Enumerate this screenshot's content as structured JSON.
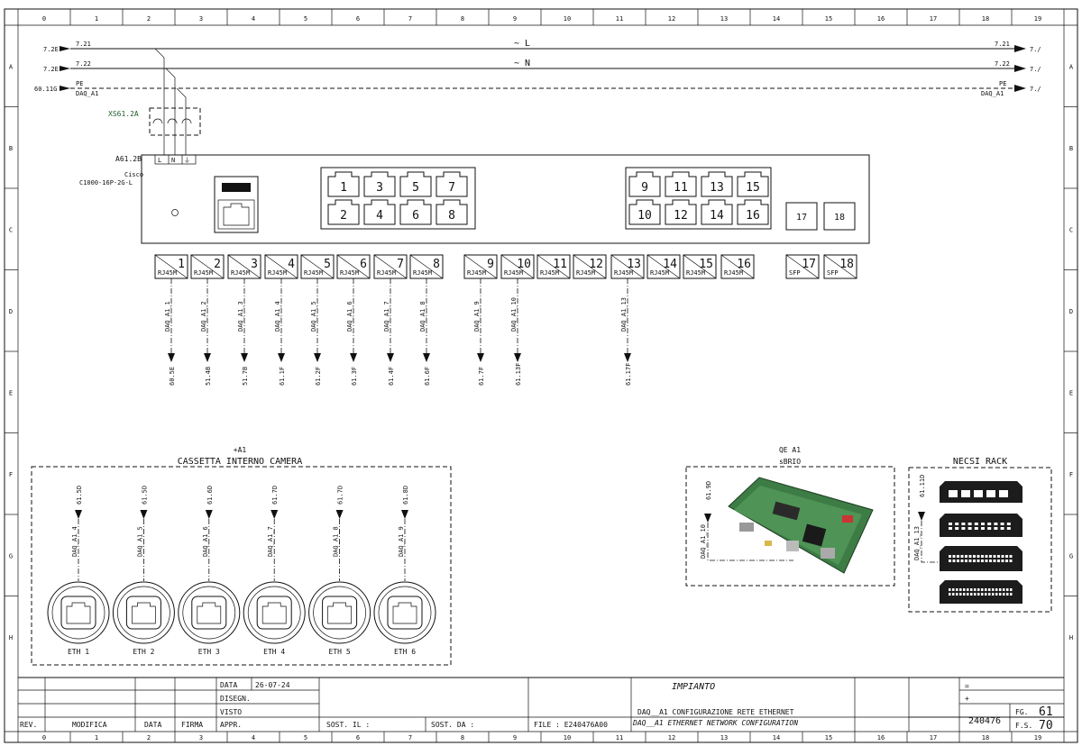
{
  "grid": {
    "columns": [
      "0",
      "1",
      "2",
      "3",
      "4",
      "5",
      "6",
      "7",
      "8",
      "9",
      "10",
      "11",
      "12",
      "13",
      "14",
      "15",
      "16",
      "17",
      "18",
      "19"
    ],
    "rows": [
      "A",
      "B",
      "C",
      "D",
      "E",
      "F",
      "G",
      "H"
    ]
  },
  "power_lines": [
    {
      "src": "7.2E",
      "wire": "7.21",
      "symbol": "~ L",
      "end": "7.21",
      "next": "7./"
    },
    {
      "src": "7.2E",
      "wire": "7.22",
      "symbol": "~ N",
      "end": "7.22",
      "next": "7./"
    },
    {
      "src": "60.11G",
      "wire": "PE",
      "wire_sub": "DAQ_A1",
      "end": "PE",
      "end_sub": "DAQ_A1",
      "next": "7./"
    }
  ],
  "connector": {
    "name": "XS61.2A",
    "terminals": [
      "L",
      "N",
      "⏚"
    ]
  },
  "switch": {
    "tag": "A61.2B",
    "brand": "Cisco",
    "model": "C1000-16P-2G-L",
    "ports_left_top": [
      "1",
      "3",
      "5",
      "7"
    ],
    "ports_left_bottom": [
      "2",
      "4",
      "6",
      "8"
    ],
    "ports_right_top": [
      "9",
      "11",
      "13",
      "15"
    ],
    "ports_right_bottom": [
      "10",
      "12",
      "14",
      "16"
    ],
    "sfp_ports": [
      "17",
      "18"
    ]
  },
  "terminals": [
    {
      "num": "1",
      "type": "RJ45M",
      "cable": "DAQ_A1_1",
      "ref": "60.5E"
    },
    {
      "num": "2",
      "type": "RJ45M",
      "cable": "DAQ_A1_2",
      "ref": "51.4B"
    },
    {
      "num": "3",
      "type": "RJ45M",
      "cable": "DAQ_A1_3",
      "ref": "51.7B"
    },
    {
      "num": "4",
      "type": "RJ45M",
      "cable": "DAQ_A1_4",
      "ref": "61.1F"
    },
    {
      "num": "5",
      "type": "RJ45M",
      "cable": "DAQ_A1_5",
      "ref": "61.2F"
    },
    {
      "num": "6",
      "type": "RJ45M",
      "cable": "DAQ_A1_6",
      "ref": "61.3F"
    },
    {
      "num": "7",
      "type": "RJ45M",
      "cable": "DAQ_A1_7",
      "ref": "61.4F"
    },
    {
      "num": "8",
      "type": "RJ45M",
      "cable": "DAQ_A1_8",
      "ref": "61.6F"
    },
    {
      "num": "9",
      "type": "RJ45M",
      "cable": "DAQ_A1_9",
      "ref": "61.7F"
    },
    {
      "num": "10",
      "type": "RJ45M",
      "cable": "DAQ_A1_10",
      "ref": "61.13F"
    },
    {
      "num": "11",
      "type": "RJ45M",
      "cable": "",
      "ref": ""
    },
    {
      "num": "12",
      "type": "RJ45M",
      "cable": "",
      "ref": ""
    },
    {
      "num": "13",
      "type": "RJ45M",
      "cable": "DAQ_A1_13",
      "ref": "61.17F"
    },
    {
      "num": "14",
      "type": "RJ45M",
      "cable": "",
      "ref": ""
    },
    {
      "num": "15",
      "type": "RJ45M",
      "cable": "",
      "ref": ""
    },
    {
      "num": "16",
      "type": "RJ45M",
      "cable": "",
      "ref": ""
    },
    {
      "num": "17",
      "type": "SFP",
      "cable": "",
      "ref": ""
    },
    {
      "num": "18",
      "type": "SFP",
      "cable": "",
      "ref": ""
    }
  ],
  "camera_box": {
    "tag": "+A1",
    "title": "CASSETTA INTERNO CAMERA",
    "sockets": [
      {
        "label": "ETH 1",
        "ref": "61.5D",
        "cable": "DAQ_A1_4"
      },
      {
        "label": "ETH 2",
        "ref": "61.5D",
        "cable": "DAQ_A1_5"
      },
      {
        "label": "ETH 3",
        "ref": "61.6D",
        "cable": "DAQ_A1_6"
      },
      {
        "label": "ETH 4",
        "ref": "61.7D",
        "cable": "DAQ_A1_7"
      },
      {
        "label": "ETH 5",
        "ref": "61.7D",
        "cable": "DAQ_A1_8"
      },
      {
        "label": "ETH 6",
        "ref": "61.8D",
        "cable": "DAQ_A1_9"
      }
    ]
  },
  "sbrio_box": {
    "tag": "QE A1",
    "title": "sBRIO",
    "ref": "61.9D",
    "cable": "DAQ_A1_10"
  },
  "rack_box": {
    "title": "NECSI RACK",
    "ref": "61.11D",
    "cable": "DAQ_A1_13"
  },
  "title_block": {
    "date_label": "DATA",
    "date_value": "26-07-24",
    "drawn_label": "DISEGN.",
    "checked_label": "VISTO",
    "approved_label": "APPR.",
    "rev_label": "REV.",
    "mod_label": "MODIFICA",
    "data_label": "DATA",
    "sign_label": "FIRMA",
    "sost_il": "SOST. IL :",
    "sost_da": "SOST. DA :",
    "file": "FILE : E240476A00",
    "plant_label": "IMPIANTO",
    "desc_it": "DAQ__A1 CONFIGURAZIONE RETE ETHERNET",
    "desc_en": "DAQ__A1 ETHERNET NETWORK CONFIGURATION",
    "eq": "=",
    "plus": "+",
    "job": "240476",
    "fg_label": "FG.",
    "fg_value": "61",
    "fs_label": "F.S.",
    "fs_value": "70"
  }
}
